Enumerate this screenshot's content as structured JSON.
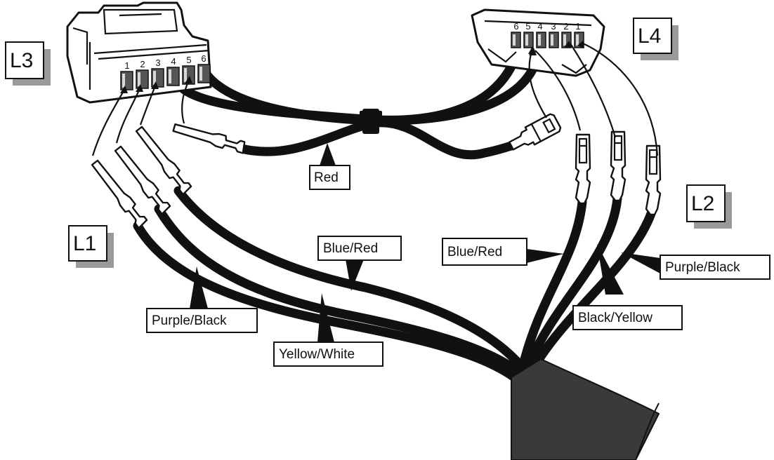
{
  "connectors": {
    "l1": "L1",
    "l2": "L2",
    "l3": "L3",
    "l4": "L4"
  },
  "wire_labels": {
    "red": "Red",
    "l1_blue_red": "Blue/Red",
    "l1_purple_black": "Purple/Black",
    "l1_yellow_white": "Yellow/White",
    "l2_blue_red": "Blue/Red",
    "l2_black_yellow": "Black/Yellow",
    "l2_purple_black": "Purple/Black"
  },
  "pin_numbers": {
    "l3": [
      "1",
      "2",
      "3",
      "4",
      "5",
      "6"
    ],
    "l4": [
      "6",
      "5",
      "4",
      "3",
      "2",
      "1"
    ]
  }
}
